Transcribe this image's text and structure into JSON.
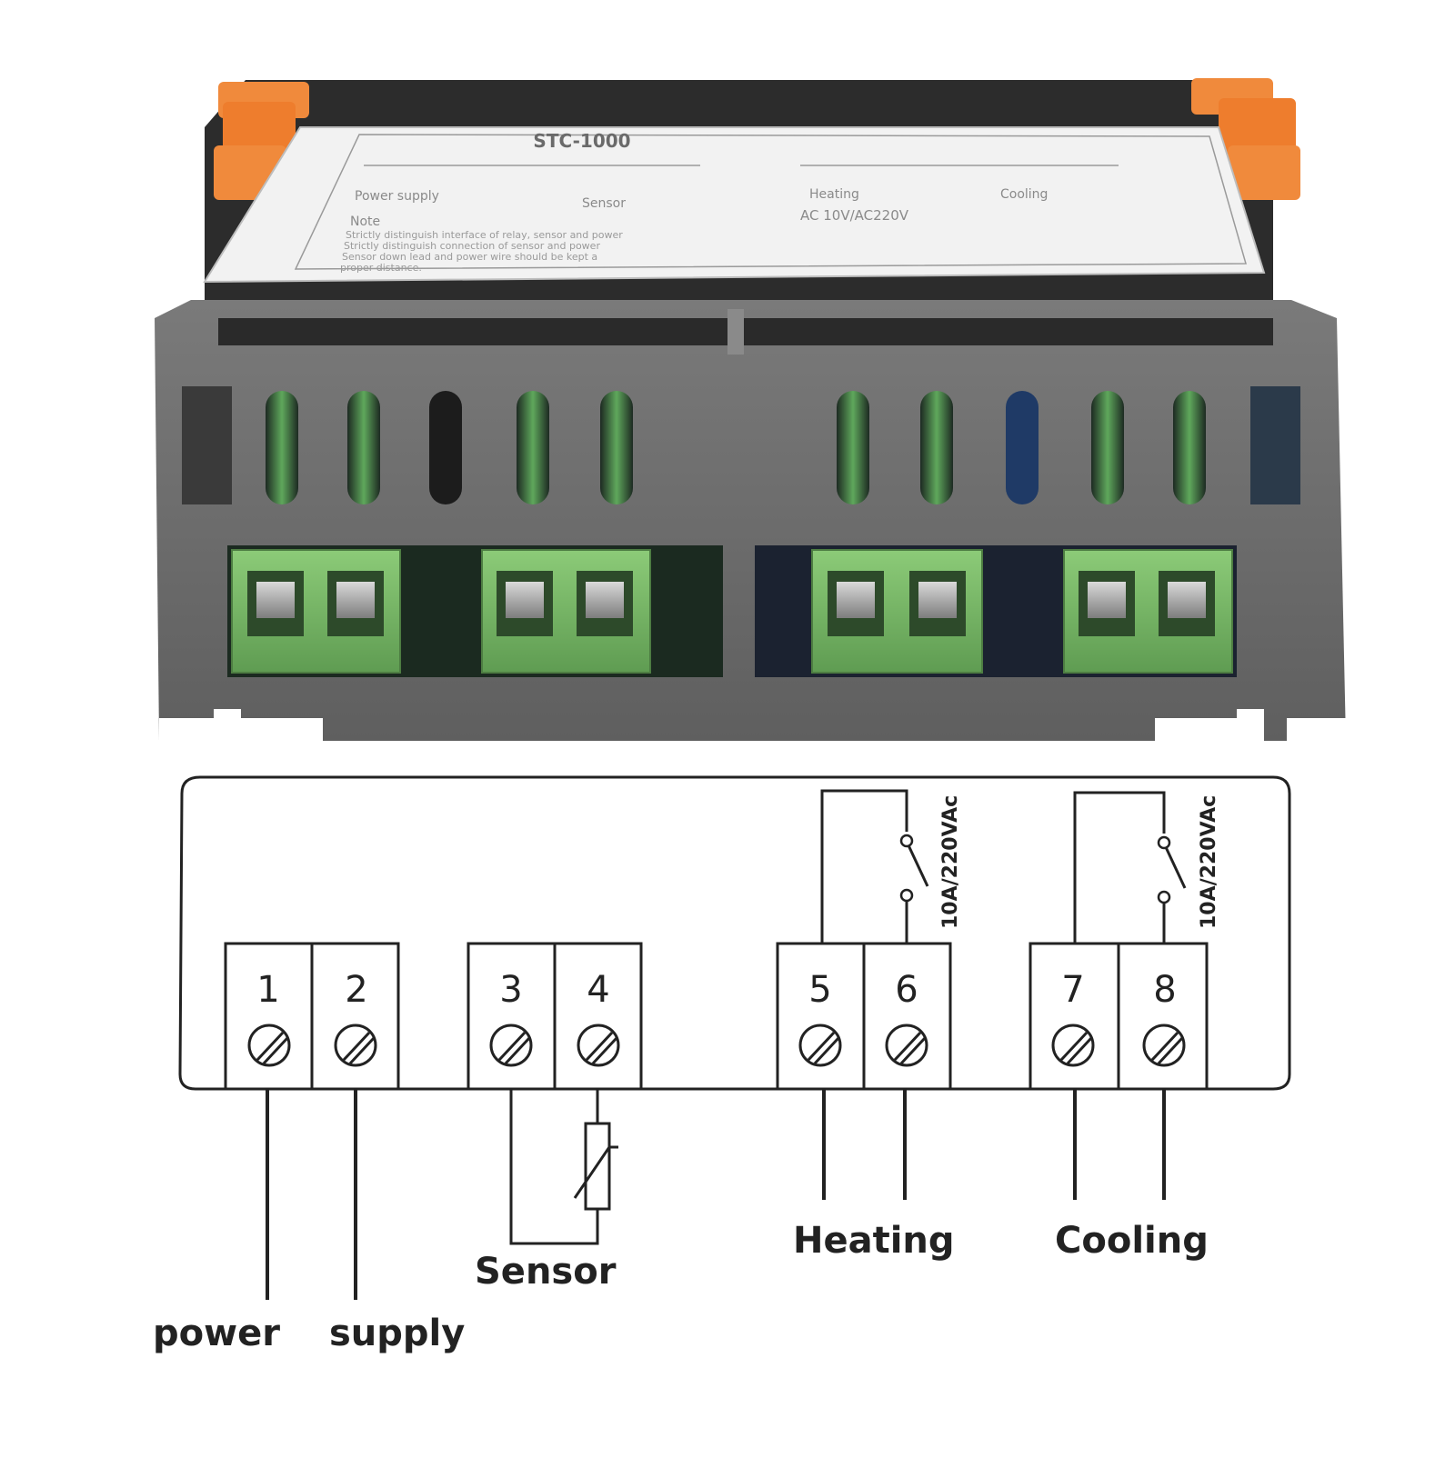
{
  "device": {
    "label_model": "STC-1000",
    "label_power_supply": "Power supply",
    "label_sensor": "Sensor",
    "label_heating": "Heating",
    "label_cooling": "Cooling",
    "label_rating": "AC 10V/AC220V",
    "note_title": "Note",
    "note_line1": "Strictly distinguish interface of relay, sensor and power",
    "note_line2": "Strictly distinguish connection of sensor and power",
    "note_line3": "Sensor down lead and power wire should be kept a",
    "note_line4": "proper distance.",
    "colors": {
      "housing": "#6f6f6f",
      "terminal_green": "#78b866",
      "clip_orange": "#f08a3c",
      "label_bg": "#f2f2f2"
    }
  },
  "diagram": {
    "terminals": [
      "1",
      "2",
      "3",
      "4",
      "5",
      "6",
      "7",
      "8"
    ],
    "relay_rating_heating": "10A/220VAc",
    "relay_rating_cooling": "10A/220VAc",
    "label_sensor": "Sensor",
    "label_heating": "Heating",
    "label_cooling": "Cooling",
    "label_power": "power",
    "label_supply": "supply"
  }
}
